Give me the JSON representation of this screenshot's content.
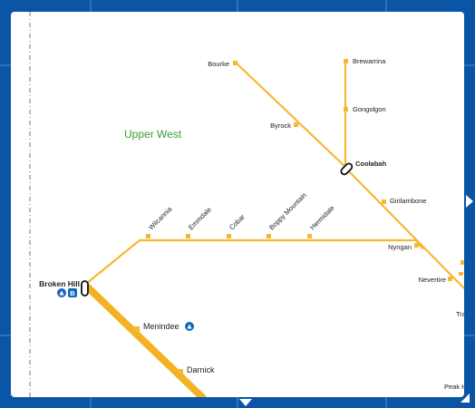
{
  "region": {
    "label": "Upper West",
    "color": "#3d9b35"
  },
  "colors": {
    "frame": "#0a55a6",
    "line_main": "#f7b733",
    "line_thick": "#f4b223",
    "accessible_icon": "#1467c0",
    "station_dot": "#f7b733"
  },
  "stations": {
    "bourke": "Bourke",
    "brewarrina": "Brewarrina",
    "gongolgon": "Gongolgon",
    "byrock": "Byrock",
    "coolabah": "Coolabah",
    "girilambone": "Girilambone",
    "wilcannia": "Wilcannia",
    "emmdale": "Emmdale",
    "cobar": "Cobar",
    "boppy_mountain": "Boppy Mountain",
    "hermidale": "Hermidale",
    "nyngan": "Nyngan",
    "nevertire": "Nevertire",
    "broken_hill": "Broken Hill",
    "menindee": "Menindee",
    "darnick": "Darnick",
    "trangie_partial": "Tra",
    "peak_hill_partial": "Peak Hil"
  },
  "icons": {
    "accessible": "accessible-icon",
    "parking": "parking-icon",
    "broken_hill_parking_text": "B"
  },
  "nav": {
    "right_arrow": "chevron-right-icon",
    "down_arrow": "chevron-down-icon",
    "resize": "resize-grip-icon"
  }
}
